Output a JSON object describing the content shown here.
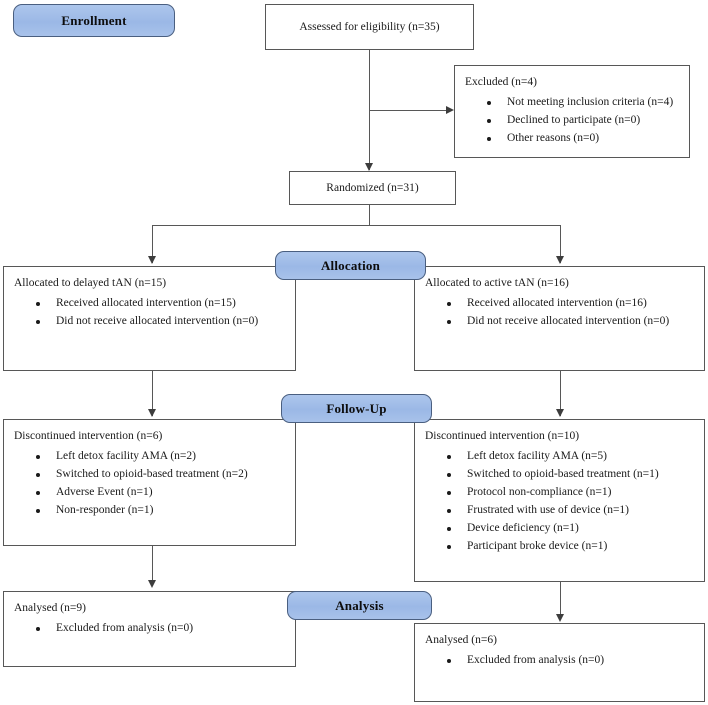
{
  "diagram": {
    "title": "CONSORT participant flow diagram",
    "accent_blue": "#9bb8e6",
    "badge_border": "#4a5f80",
    "line_color": "#575757"
  },
  "stages": {
    "enrollment": "Enrollment",
    "allocation": "Allocation",
    "followup": "Follow-Up",
    "analysis": "Analysis"
  },
  "enrollment": {
    "assessed": "Assessed for eligibility (n=35)",
    "excluded": {
      "title": "Excluded (n=4)",
      "items": [
        "Not meeting inclusion criteria (n=4)",
        "Declined to participate (n=0)",
        "Other reasons (n=0)"
      ]
    },
    "randomized": "Randomized (n=31)"
  },
  "allocation": {
    "left": {
      "title": "Allocated to delayed tAN (n=15)",
      "items": [
        "Received allocated intervention (n=15)",
        "Did not receive allocated intervention (n=0)"
      ]
    },
    "right": {
      "title": "Allocated to active tAN (n=16)",
      "items": [
        "Received allocated intervention (n=16)",
        "Did not receive allocated intervention (n=0)"
      ]
    }
  },
  "followup": {
    "left": {
      "title": "Discontinued intervention (n=6)",
      "items": [
        "Left detox facility AMA (n=2)",
        "Switched to opioid-based treatment (n=2)",
        "Adverse Event (n=1)",
        "Non-responder (n=1)"
      ]
    },
    "right": {
      "title": "Discontinued intervention (n=10)",
      "items": [
        "Left detox facility AMA (n=5)",
        "Switched to opioid-based treatment (n=1)",
        "Protocol non-compliance (n=1)",
        "Frustrated with use of device (n=1)",
        "Device deficiency (n=1)",
        "Participant broke device (n=1)"
      ]
    }
  },
  "analysis": {
    "left": {
      "title": "Analysed (n=9)",
      "items": [
        "Excluded from analysis (n=0)"
      ]
    },
    "right": {
      "title": "Analysed (n=6)",
      "items": [
        "Excluded from analysis (n=0)"
      ]
    }
  }
}
